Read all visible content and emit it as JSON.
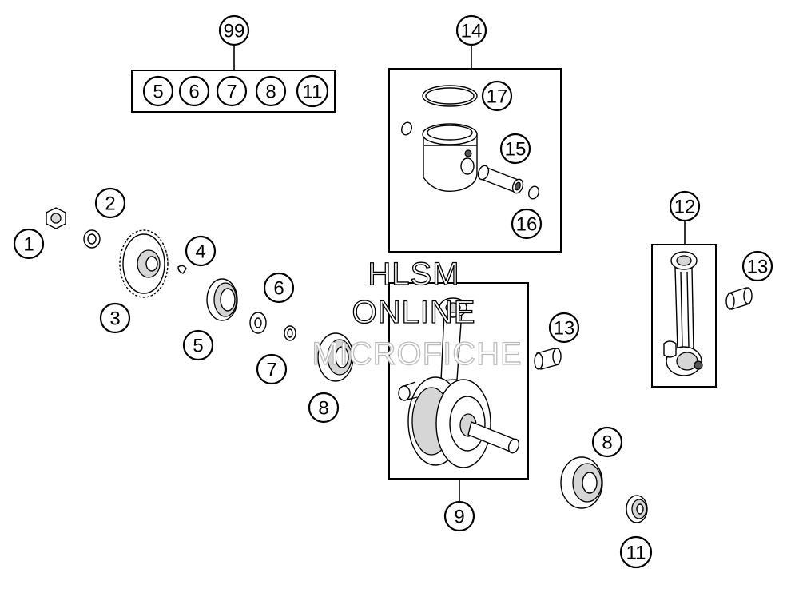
{
  "callouts": {
    "c99": "99",
    "kit_5": "5",
    "kit_6": "6",
    "kit_7": "7",
    "kit_8": "8",
    "kit_11": "11",
    "c14": "14",
    "c17": "17",
    "c15": "15",
    "c16": "16",
    "c12": "12",
    "c13_right": "13",
    "c1": "1",
    "c2": "2",
    "c3": "3",
    "c4": "4",
    "c5": "5",
    "c6": "6",
    "c7": "7",
    "c8_left": "8",
    "c13_mid": "13",
    "c9": "9",
    "c8_right": "8",
    "c11": "11"
  },
  "watermark": {
    "line1": "HLSM",
    "line2": "ONLINE",
    "line3": "MICROFICHE"
  },
  "colors": {
    "line": "#000000",
    "background": "#ffffff",
    "shade": "#d6d6d6"
  }
}
